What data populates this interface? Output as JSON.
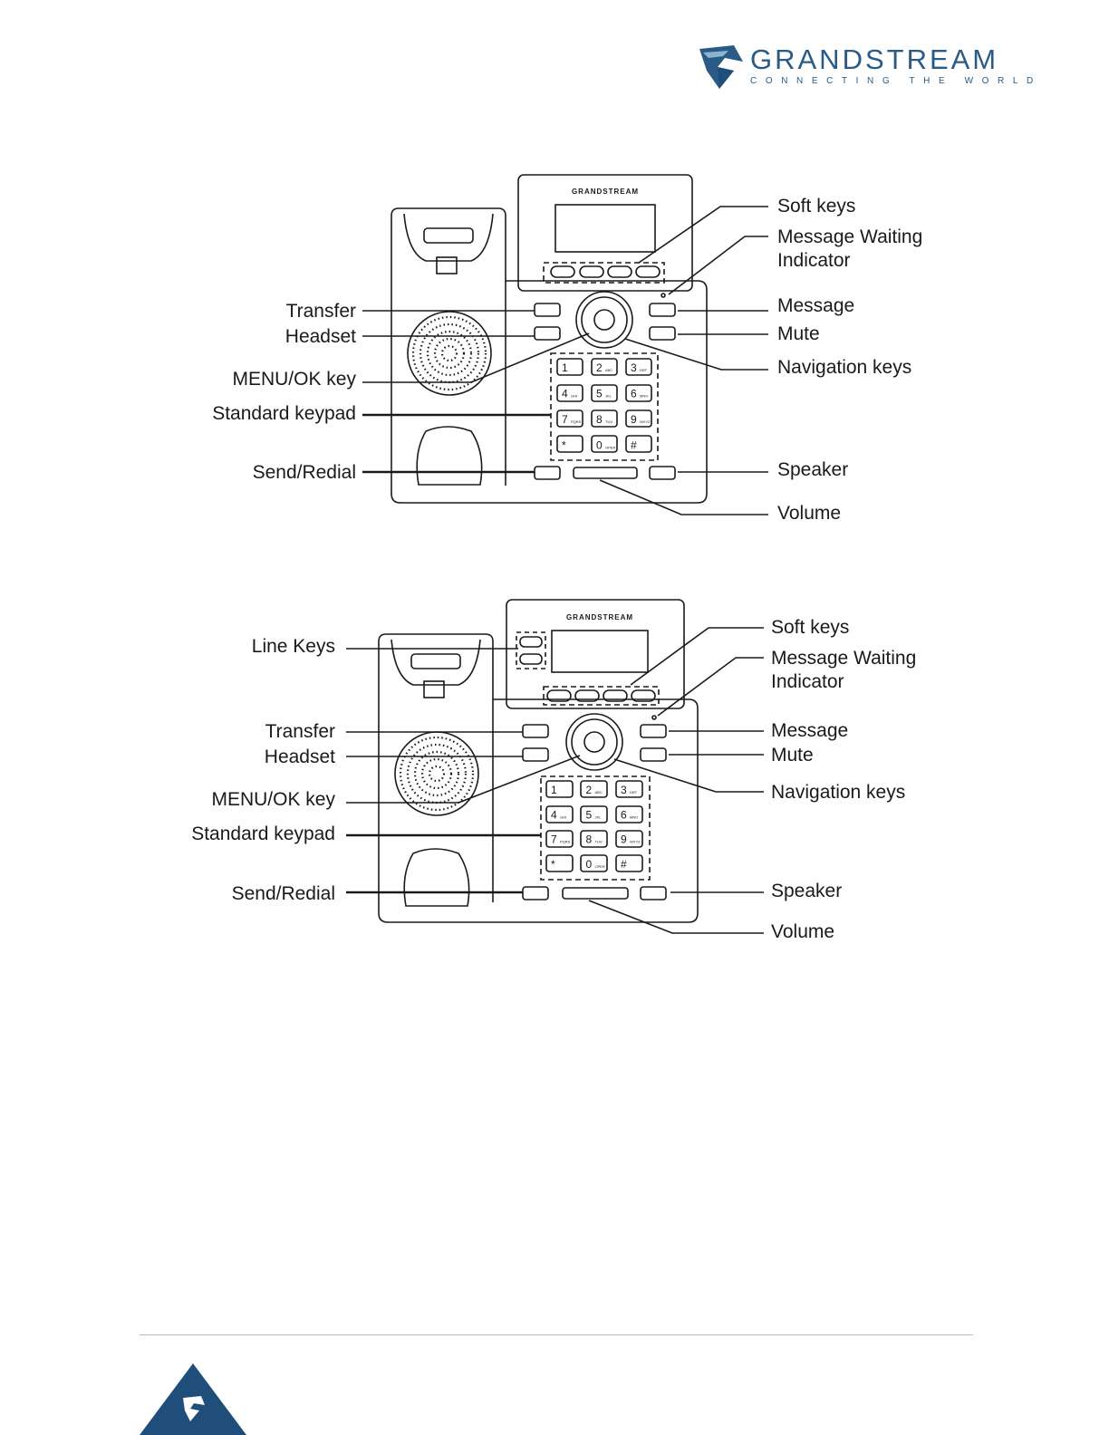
{
  "brand": {
    "name": "GRANDSTREAM",
    "tagline": "CONNECTING THE WORLD",
    "device_brand": "GRANDSTREAM"
  },
  "figure1": {
    "labels": {
      "soft_keys": "Soft keys",
      "mwi_line1": "Message Waiting",
      "mwi_line2": "Indicator",
      "transfer": "Transfer",
      "headset": "Headset",
      "message": "Message",
      "mute": "Mute",
      "menu_ok": "MENU/OK key",
      "navigation": "Navigation keys",
      "keypad": "Standard keypad",
      "send_redial": "Send/Redial",
      "speaker": "Speaker",
      "volume": "Volume"
    }
  },
  "figure2": {
    "labels": {
      "line_keys": "Line Keys",
      "soft_keys": "Soft keys",
      "mwi_line1": "Message Waiting",
      "mwi_line2": "Indicator",
      "transfer": "Transfer",
      "headset": "Headset",
      "message": "Message",
      "mute": "Mute",
      "menu_ok": "MENU/OK key",
      "navigation": "Navigation keys",
      "keypad": "Standard keypad",
      "send_redial": "Send/Redial",
      "speaker": "Speaker",
      "volume": "Volume"
    }
  },
  "keypad": {
    "digits": [
      "1",
      "2",
      "3",
      "4",
      "5",
      "6",
      "7",
      "8",
      "9",
      "*",
      "0",
      "#"
    ],
    "letters": [
      "",
      "ABC",
      "DEF",
      "GHI",
      "JKL",
      "MNO",
      "PQRS",
      "TUV",
      "WXYZ",
      "",
      "OPER",
      ""
    ]
  },
  "colors": {
    "brand": "#2a5b86",
    "brand_dark": "#1f4e7a",
    "line": "#1a1a1a"
  }
}
